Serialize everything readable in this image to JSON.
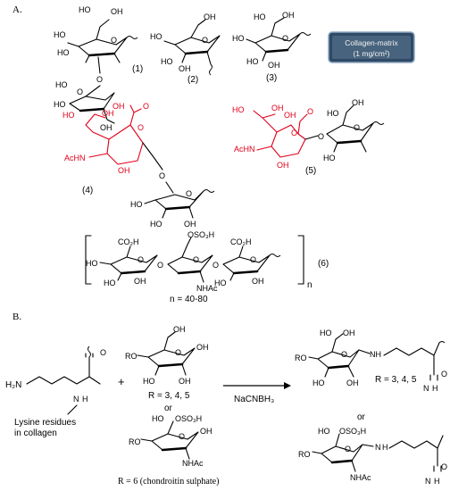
{
  "sections": {
    "a": "A.",
    "b": "B."
  },
  "labels": {
    "c1": "(1)",
    "c2": "(2)",
    "c3": "(3)",
    "c4": "(4)",
    "c5": "(5)",
    "c6": "(6)",
    "n_range": "n = 40-80",
    "n_sub": "n"
  },
  "collagen_box": {
    "line1": "Collagen-matrix",
    "line2": "(1 mg/cm²)"
  },
  "atoms": {
    "ho": "HO",
    "oh": "OH",
    "o": "O",
    "co2h": "CO₂H",
    "acHN": "AcHN",
    "nhac": "NHAc",
    "oso3h": "OSO₃H",
    "r_o": "RO",
    "h2n": "H₂N",
    "nh": "NH",
    "n": "N",
    "h": "H"
  },
  "scheme": {
    "plus": "+",
    "or1": "or",
    "or2": "or",
    "reagent": "NaCNBH₃",
    "r345_left": "R = 3, 4, 5",
    "r345_right": "R = 3, 4, 5",
    "r6": "R = 6 (chondroitin sulphate)",
    "lysine_l1": "Lysine residues",
    "lysine_l2": "in collagen"
  }
}
